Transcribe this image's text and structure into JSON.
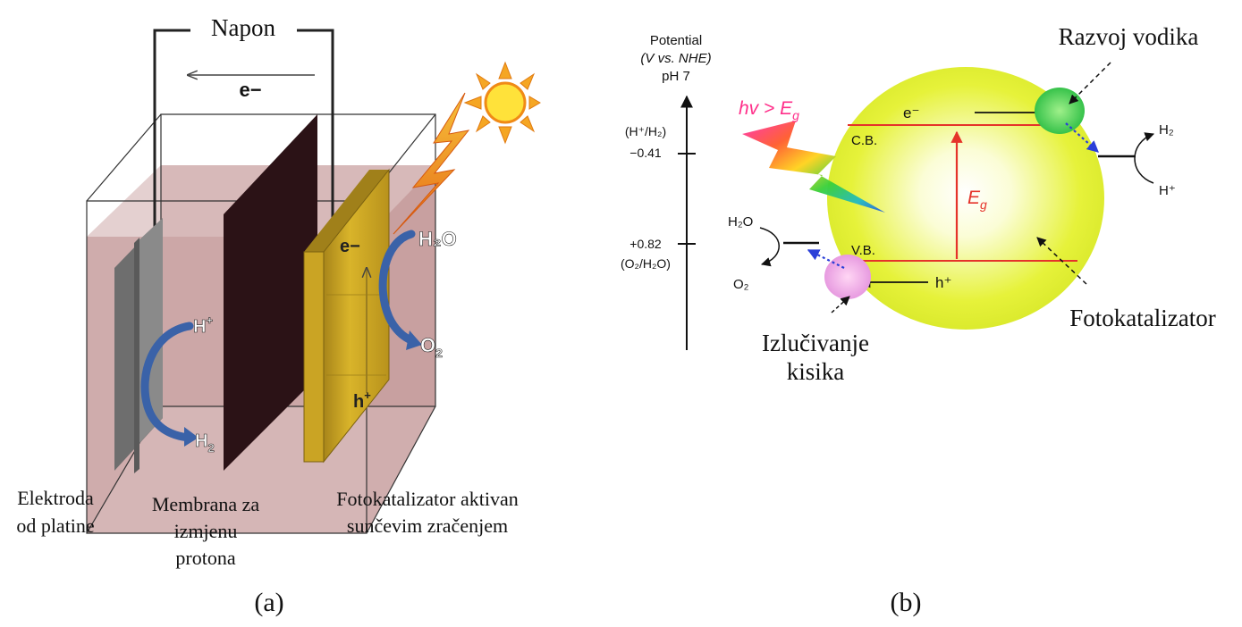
{
  "panel_a": {
    "caption": "(a)",
    "voltage_label": "Napon",
    "electron_label": "e−",
    "proton_label": "H",
    "proton_sup": "+",
    "h2_label": "H",
    "h2_sub": "2",
    "water_label": "H₂O",
    "oxygen_label": "O",
    "oxygen_sub": "2",
    "electron_in_cat": "e−",
    "hole_label": "h",
    "hole_sup": "+",
    "electrode_label_1": "Elektroda",
    "electrode_label_2": "od platine",
    "membrane_label_1": "Membrana za",
    "membrane_label_2": "izmjenu",
    "membrane_label_3": "protona",
    "photocat_label_1": "Fotokatalizator aktivan",
    "photocat_label_2": "sunčevim zračenjem"
  },
  "panel_b": {
    "caption": "(b)",
    "axis_title_1": "Potential",
    "axis_title_2": "(V vs. NHE)",
    "axis_title_3": "pH 7",
    "tick_1_couple": "(H⁺/H₂)",
    "tick_1_value": "−0.41",
    "tick_2_value": "+0.82",
    "tick_2_couple": "(O₂/H₂O)",
    "light_label": "hv > E",
    "light_sub": "g",
    "cb_label": "C.B.",
    "vb_label": "V.B.",
    "eg_label": "E",
    "eg_sub": "g",
    "electron_label": "e⁻",
    "hole_label": "h⁺",
    "h2_label": "H₂",
    "h_plus_label": "H⁺",
    "water_label": "H₂O",
    "oxygen_label": "O₂",
    "hydrogen_evolution": "Razvoj vodika",
    "oxygen_evolution_1": "Izlučivanje",
    "oxygen_evolution_2": "kisika",
    "photocatalyst": "Fotokatalizator"
  },
  "colors": {
    "electrolyte": "#c9a2a2",
    "electrode": "#7a7a7a",
    "membrane": "#2b1216",
    "photocatalyst_plate": "#c9a41c",
    "sphere": "#e4f23a",
    "band_line": "#e5332a",
    "blue_arrow": "#3a62a8",
    "sun": "#f5a623"
  }
}
